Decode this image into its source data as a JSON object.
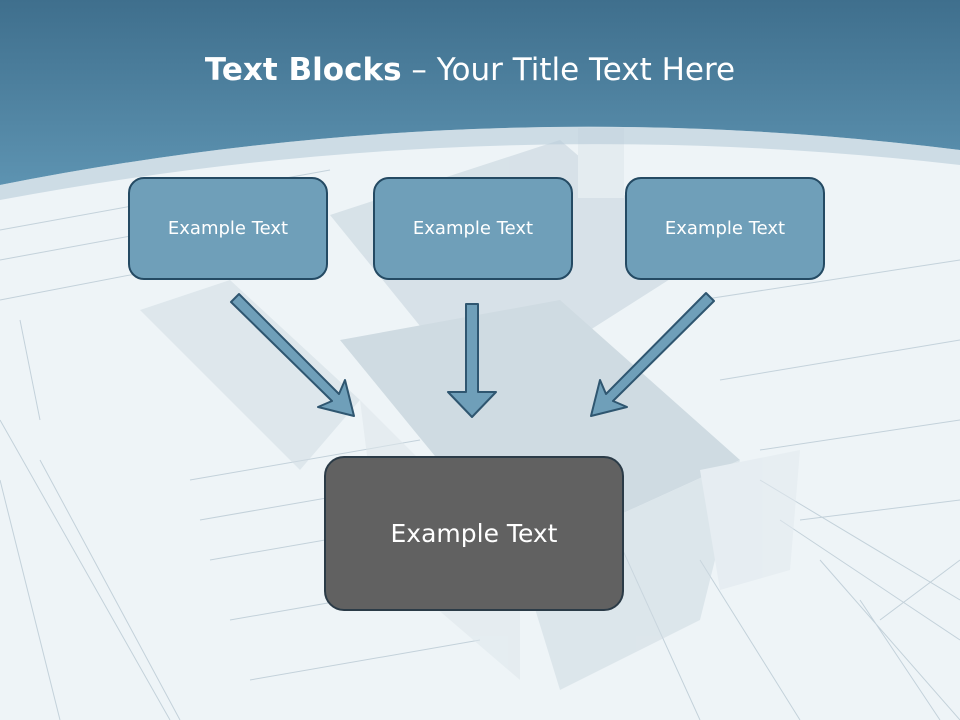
{
  "slide": {
    "title_bold": "Text Blocks",
    "title_rest": " – Your Title Text Here"
  },
  "blocks": {
    "left": "Example Text",
    "center": "Example Text",
    "right": "Example Text",
    "main": "Example Text"
  },
  "colors": {
    "header": "#4b7f9f",
    "box_fill": "#6f9fb9",
    "box_border": "#244a63",
    "main_fill": "#616161",
    "arrow_fill": "#6f9fb9"
  }
}
